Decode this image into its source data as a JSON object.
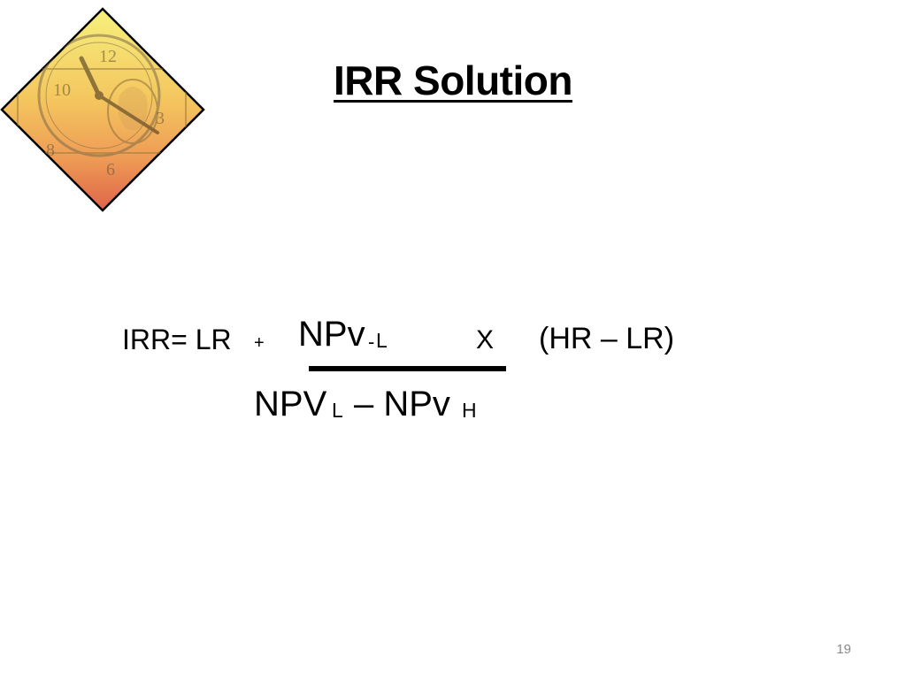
{
  "slide": {
    "title": "IRR Solution",
    "page_number": "19"
  },
  "logo": {
    "icon": "clock-dollar-diamond-icon",
    "clock_numerals": [
      "12",
      "10",
      "3",
      "8",
      "6"
    ],
    "colors": {
      "top": "#f3ec7a",
      "middle": "#f2b35a",
      "bottom": "#e06a4f",
      "outline": "#000000"
    }
  },
  "formula": {
    "lhs": "IRR= LR",
    "plus": "+",
    "numerator": "NPv",
    "numerator_sub_mark": "-",
    "numerator_sub": "L",
    "times": "X",
    "hr_minus_lr": "(HR – LR)",
    "denominator_a": "NPV",
    "denominator_a_sub": "L",
    "denominator_dash": "– NPv",
    "denominator_b_sub": "H"
  }
}
